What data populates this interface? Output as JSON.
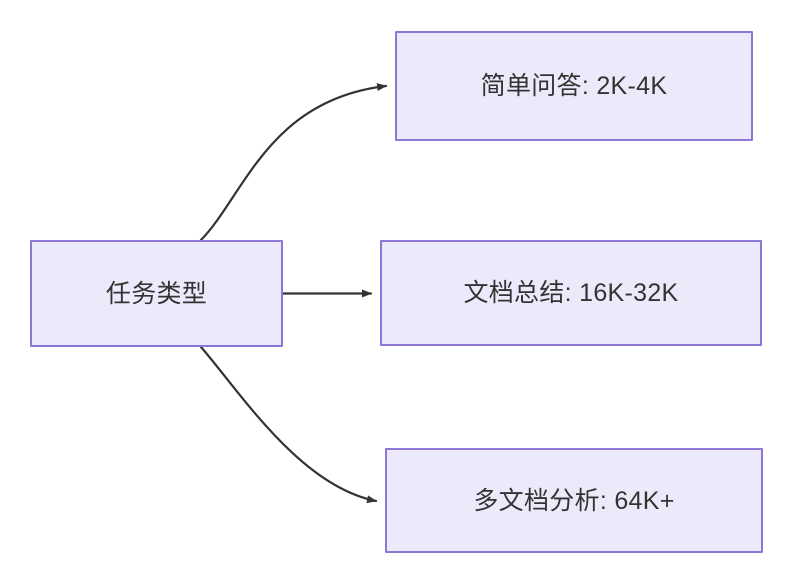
{
  "diagram": {
    "type": "flowchart",
    "direction": "left-to-right",
    "background_color": "#FFFFFF",
    "node_fill_color": "#ECEAFA",
    "node_border_color": "#8E76D8",
    "text_color": "#333333",
    "edge_color": "#333333",
    "nodes": [
      {
        "id": "root",
        "label": "任务类型"
      },
      {
        "id": "simple-qa",
        "label": "简单问答: 2K-4K"
      },
      {
        "id": "doc-summary",
        "label": "文档总结: 16K-32K"
      },
      {
        "id": "multi-doc",
        "label": "多文档分析: 64K+"
      }
    ],
    "edges": [
      {
        "id": "root-to-simple-qa",
        "from": "root",
        "to": "simple-qa",
        "style": "curved",
        "label": ""
      },
      {
        "id": "root-to-doc-summary",
        "from": "root",
        "to": "doc-summary",
        "style": "straight",
        "label": ""
      },
      {
        "id": "root-to-multi-doc",
        "from": "root",
        "to": "multi-doc",
        "style": "curved",
        "label": ""
      }
    ]
  }
}
